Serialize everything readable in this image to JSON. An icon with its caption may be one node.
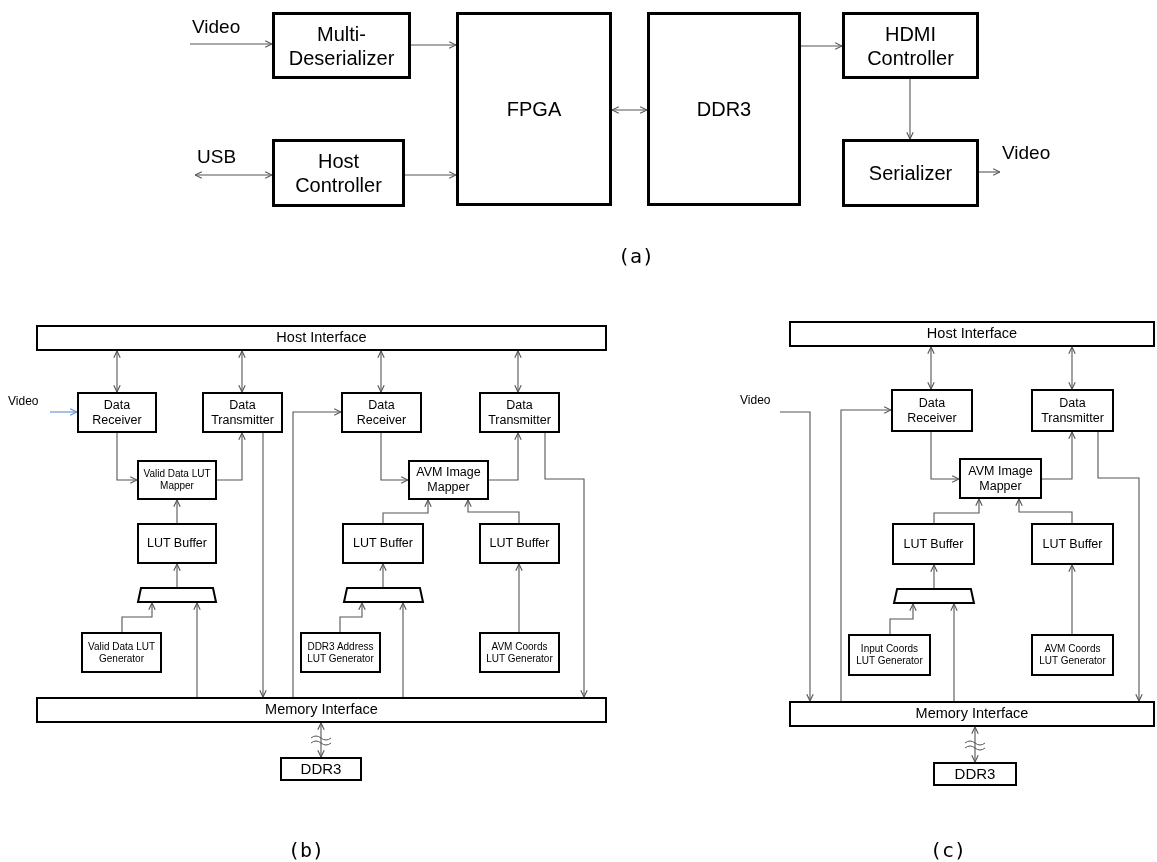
{
  "diagram": {
    "nodes": [
      {
        "text": [
          "Video"
        ]
      },
      {
        "text": [
          "Multi-Deserializer"
        ]
      },
      {
        "text": [
          "FPGA"
        ]
      },
      {
        "text": [
          "DDR3"
        ]
      },
      {
        "text": [
          "HDMI Controller"
        ]
      },
      {
        "text": [
          "USB"
        ]
      },
      {
        "text": [
          "Host Controller"
        ]
      },
      {
        "text": [
          "Serializer"
        ]
      },
      {
        "text": [
          "Video"
        ]
      },
      {
        "text": [
          "Host Interface"
        ]
      },
      {
        "text": [
          "Video"
        ]
      },
      {
        "text": [
          "Data Receiver"
        ]
      },
      {
        "text": [
          "Data Transmitter"
        ]
      },
      {
        "text": [
          "Data Receiver"
        ]
      },
      {
        "text": [
          "Data Transmitter"
        ]
      },
      {
        "text": [
          "Valid Data LUT Mapper"
        ]
      },
      {
        "text": [
          "AVM Image Mapper"
        ]
      },
      {
        "text": [
          "LUT Buffer"
        ]
      },
      {
        "text": [
          "LUT Buffer"
        ]
      },
      {
        "text": [
          "LUT Buffer"
        ]
      },
      {
        "text": [],
        "shape": "trapezoid"
      },
      {
        "text": [],
        "shape": "trapezoid"
      },
      {
        "text": [
          "Valid Data LUT Generator"
        ]
      },
      {
        "text": [
          "DDR3 Address LUT Generator"
        ]
      },
      {
        "text": [
          "AVM Coords LUT Generator"
        ]
      },
      {
        "text": [
          "Memory Interface"
        ]
      },
      {
        "text": [
          "DDR3"
        ]
      },
      {
        "text": [
          "Host Interface"
        ]
      },
      {
        "text": [
          "Video"
        ]
      },
      {
        "text": [
          "Data Receiver"
        ]
      },
      {
        "text": [
          "Data Transmitter"
        ]
      },
      {
        "text": [
          "AVM Image Mapper"
        ]
      },
      {
        "text": [
          "LUT Buffer"
        ]
      },
      {
        "text": [
          "LUT Buffer"
        ]
      },
      {
        "text": [],
        "shape": "trapezoid"
      },
      {
        "text": [
          "Input Coords LUT Generator"
        ]
      },
      {
        "text": [
          "AVM Coords LUT Generator"
        ]
      },
      {
        "text": [
          "Memory Interface"
        ]
      },
      {
        "text": [
          "DDR3"
        ]
      }
    ],
    "edges": [
      {
        "from": 0,
        "to": 1,
        "arrow": "to"
      },
      {
        "from": 5,
        "to": 6,
        "arrow": "both"
      },
      {
        "from": 1,
        "to": 2,
        "arrow": "to"
      },
      {
        "from": 6,
        "to": 2,
        "arrow": "to"
      },
      {
        "from": 2,
        "to": 3,
        "arrow": "both"
      },
      {
        "from": 3,
        "to": 4,
        "arrow": "to"
      },
      {
        "from": 4,
        "to": 7,
        "arrow": "to"
      },
      {
        "from": 7,
        "to": 8,
        "arrow": "to"
      },
      {
        "from": 9,
        "to": 11,
        "arrow": "both"
      },
      {
        "from": 9,
        "to": 12,
        "arrow": "both"
      },
      {
        "from": 9,
        "to": 13,
        "arrow": "both"
      },
      {
        "from": 9,
        "to": 14,
        "arrow": "both"
      },
      {
        "from": 10,
        "to": 11,
        "arrow": "to",
        "color": "#5b8fd0"
      },
      {
        "from": 11,
        "to": 15,
        "arrow": "to"
      },
      {
        "from": 15,
        "to": 12,
        "arrow": "to"
      },
      {
        "from": 17,
        "to": 15,
        "arrow": "to"
      },
      {
        "from": 20,
        "to": 17,
        "arrow": "to"
      },
      {
        "from": 22,
        "to": 20,
        "arrow": "to"
      },
      {
        "from": 25,
        "to": 20,
        "arrow": "to"
      },
      {
        "from": 12,
        "to": 25,
        "arrow": "to"
      },
      {
        "from": 25,
        "to": 13,
        "arrow": "to"
      },
      {
        "from": 13,
        "to": 16,
        "arrow": "to"
      },
      {
        "from": 16,
        "to": 14,
        "arrow": "to"
      },
      {
        "from": 18,
        "to": 16,
        "arrow": "to"
      },
      {
        "from": 19,
        "to": 16,
        "arrow": "to"
      },
      {
        "from": 21,
        "to": 18,
        "arrow": "to"
      },
      {
        "from": 23,
        "to": 21,
        "arrow": "to"
      },
      {
        "from": 25,
        "to": 21,
        "arrow": "to"
      },
      {
        "from": 24,
        "to": 19,
        "arrow": "to"
      },
      {
        "from": 14,
        "to": 25,
        "arrow": "to"
      },
      {
        "from": 25,
        "to": 26,
        "arrow": "both"
      },
      {
        "from": 27,
        "to": 29,
        "arrow": "both"
      },
      {
        "from": 27,
        "to": 30,
        "arrow": "both"
      },
      {
        "from": 28,
        "to": 37,
        "arrow": "to"
      },
      {
        "from": 37,
        "to": 29,
        "arrow": "to"
      },
      {
        "from": 29,
        "to": 31,
        "arrow": "to"
      },
      {
        "from": 31,
        "to": 30,
        "arrow": "to"
      },
      {
        "from": 32,
        "to": 31,
        "arrow": "to"
      },
      {
        "from": 33,
        "to": 31,
        "arrow": "to"
      },
      {
        "from": 34,
        "to": 32,
        "arrow": "to"
      },
      {
        "from": 35,
        "to": 34,
        "arrow": "to"
      },
      {
        "from": 37,
        "to": 34,
        "arrow": "to"
      },
      {
        "from": 36,
        "to": 33,
        "arrow": "to"
      },
      {
        "from": 30,
        "to": 37,
        "arrow": "to"
      },
      {
        "from": 37,
        "to": 38,
        "arrow": "both"
      }
    ],
    "labels": [
      "(a)",
      "(b)",
      "(c)"
    ]
  }
}
